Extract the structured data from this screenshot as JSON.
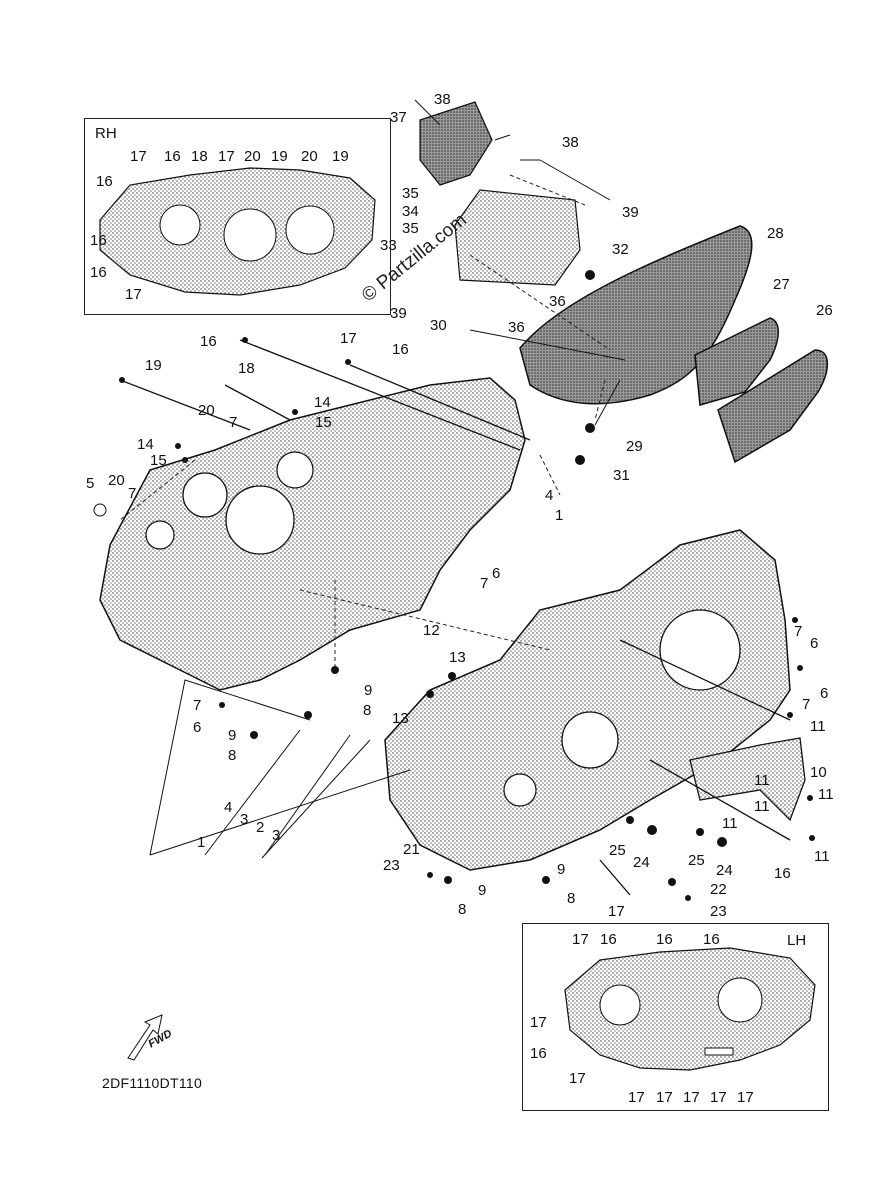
{
  "inset_rh": {
    "title": "RH"
  },
  "inset_lh": {
    "title": "LH"
  },
  "watermark": "© Partzilla.com",
  "fwd_label": "FWD",
  "diagram_code": "2DF1110DT110",
  "callouts": [
    "38",
    "37",
    "38",
    "39",
    "35",
    "34",
    "35",
    "33",
    "32",
    "39",
    "30",
    "36",
    "36",
    "28",
    "27",
    "26",
    "29",
    "31",
    "16",
    "17",
    "16",
    "19",
    "18",
    "14",
    "20",
    "15",
    "7",
    "14",
    "15",
    "20",
    "7",
    "5",
    "4",
    "1",
    "6",
    "7",
    "12",
    "13",
    "13",
    "9",
    "8",
    "7",
    "6",
    "9",
    "8",
    "4",
    "3",
    "2",
    "3",
    "1",
    "6",
    "7",
    "6",
    "7",
    "11",
    "10",
    "11",
    "11",
    "11",
    "11",
    "11",
    "25",
    "24",
    "25",
    "24",
    "16",
    "21",
    "23",
    "9",
    "9",
    "8",
    "8",
    "22",
    "23",
    "17",
    "17",
    "16",
    "18",
    "17",
    "20",
    "19",
    "20",
    "19",
    "16",
    "16",
    "16",
    "17",
    "17",
    "16",
    "16",
    "16",
    "17",
    "16",
    "17",
    "17",
    "17",
    "17",
    "17",
    "17"
  ]
}
